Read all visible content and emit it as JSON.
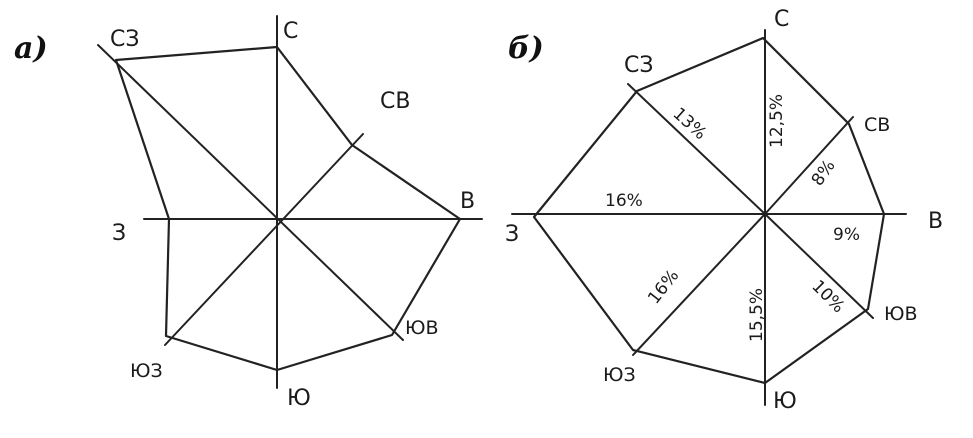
{
  "panel_a": {
    "letter": "а)",
    "directions": {
      "n": "С",
      "ne": "СВ",
      "e": "В",
      "se": "ЮВ",
      "s": "Ю",
      "sw": "ЮЗ",
      "w": "З",
      "nw": "СЗ"
    }
  },
  "panel_b": {
    "letter": "б)",
    "directions": {
      "n": "С",
      "ne": "СВ",
      "e": "В",
      "se": "ЮВ",
      "s": "Ю",
      "sw": "ЮЗ",
      "w": "З",
      "nw": "СЗ"
    },
    "percentages": {
      "n": "12,5%",
      "ne": "8%",
      "e": "9%",
      "se": "10%",
      "s": "15,5%",
      "sw": "16%",
      "w": "16%",
      "nw": "13%"
    }
  }
}
